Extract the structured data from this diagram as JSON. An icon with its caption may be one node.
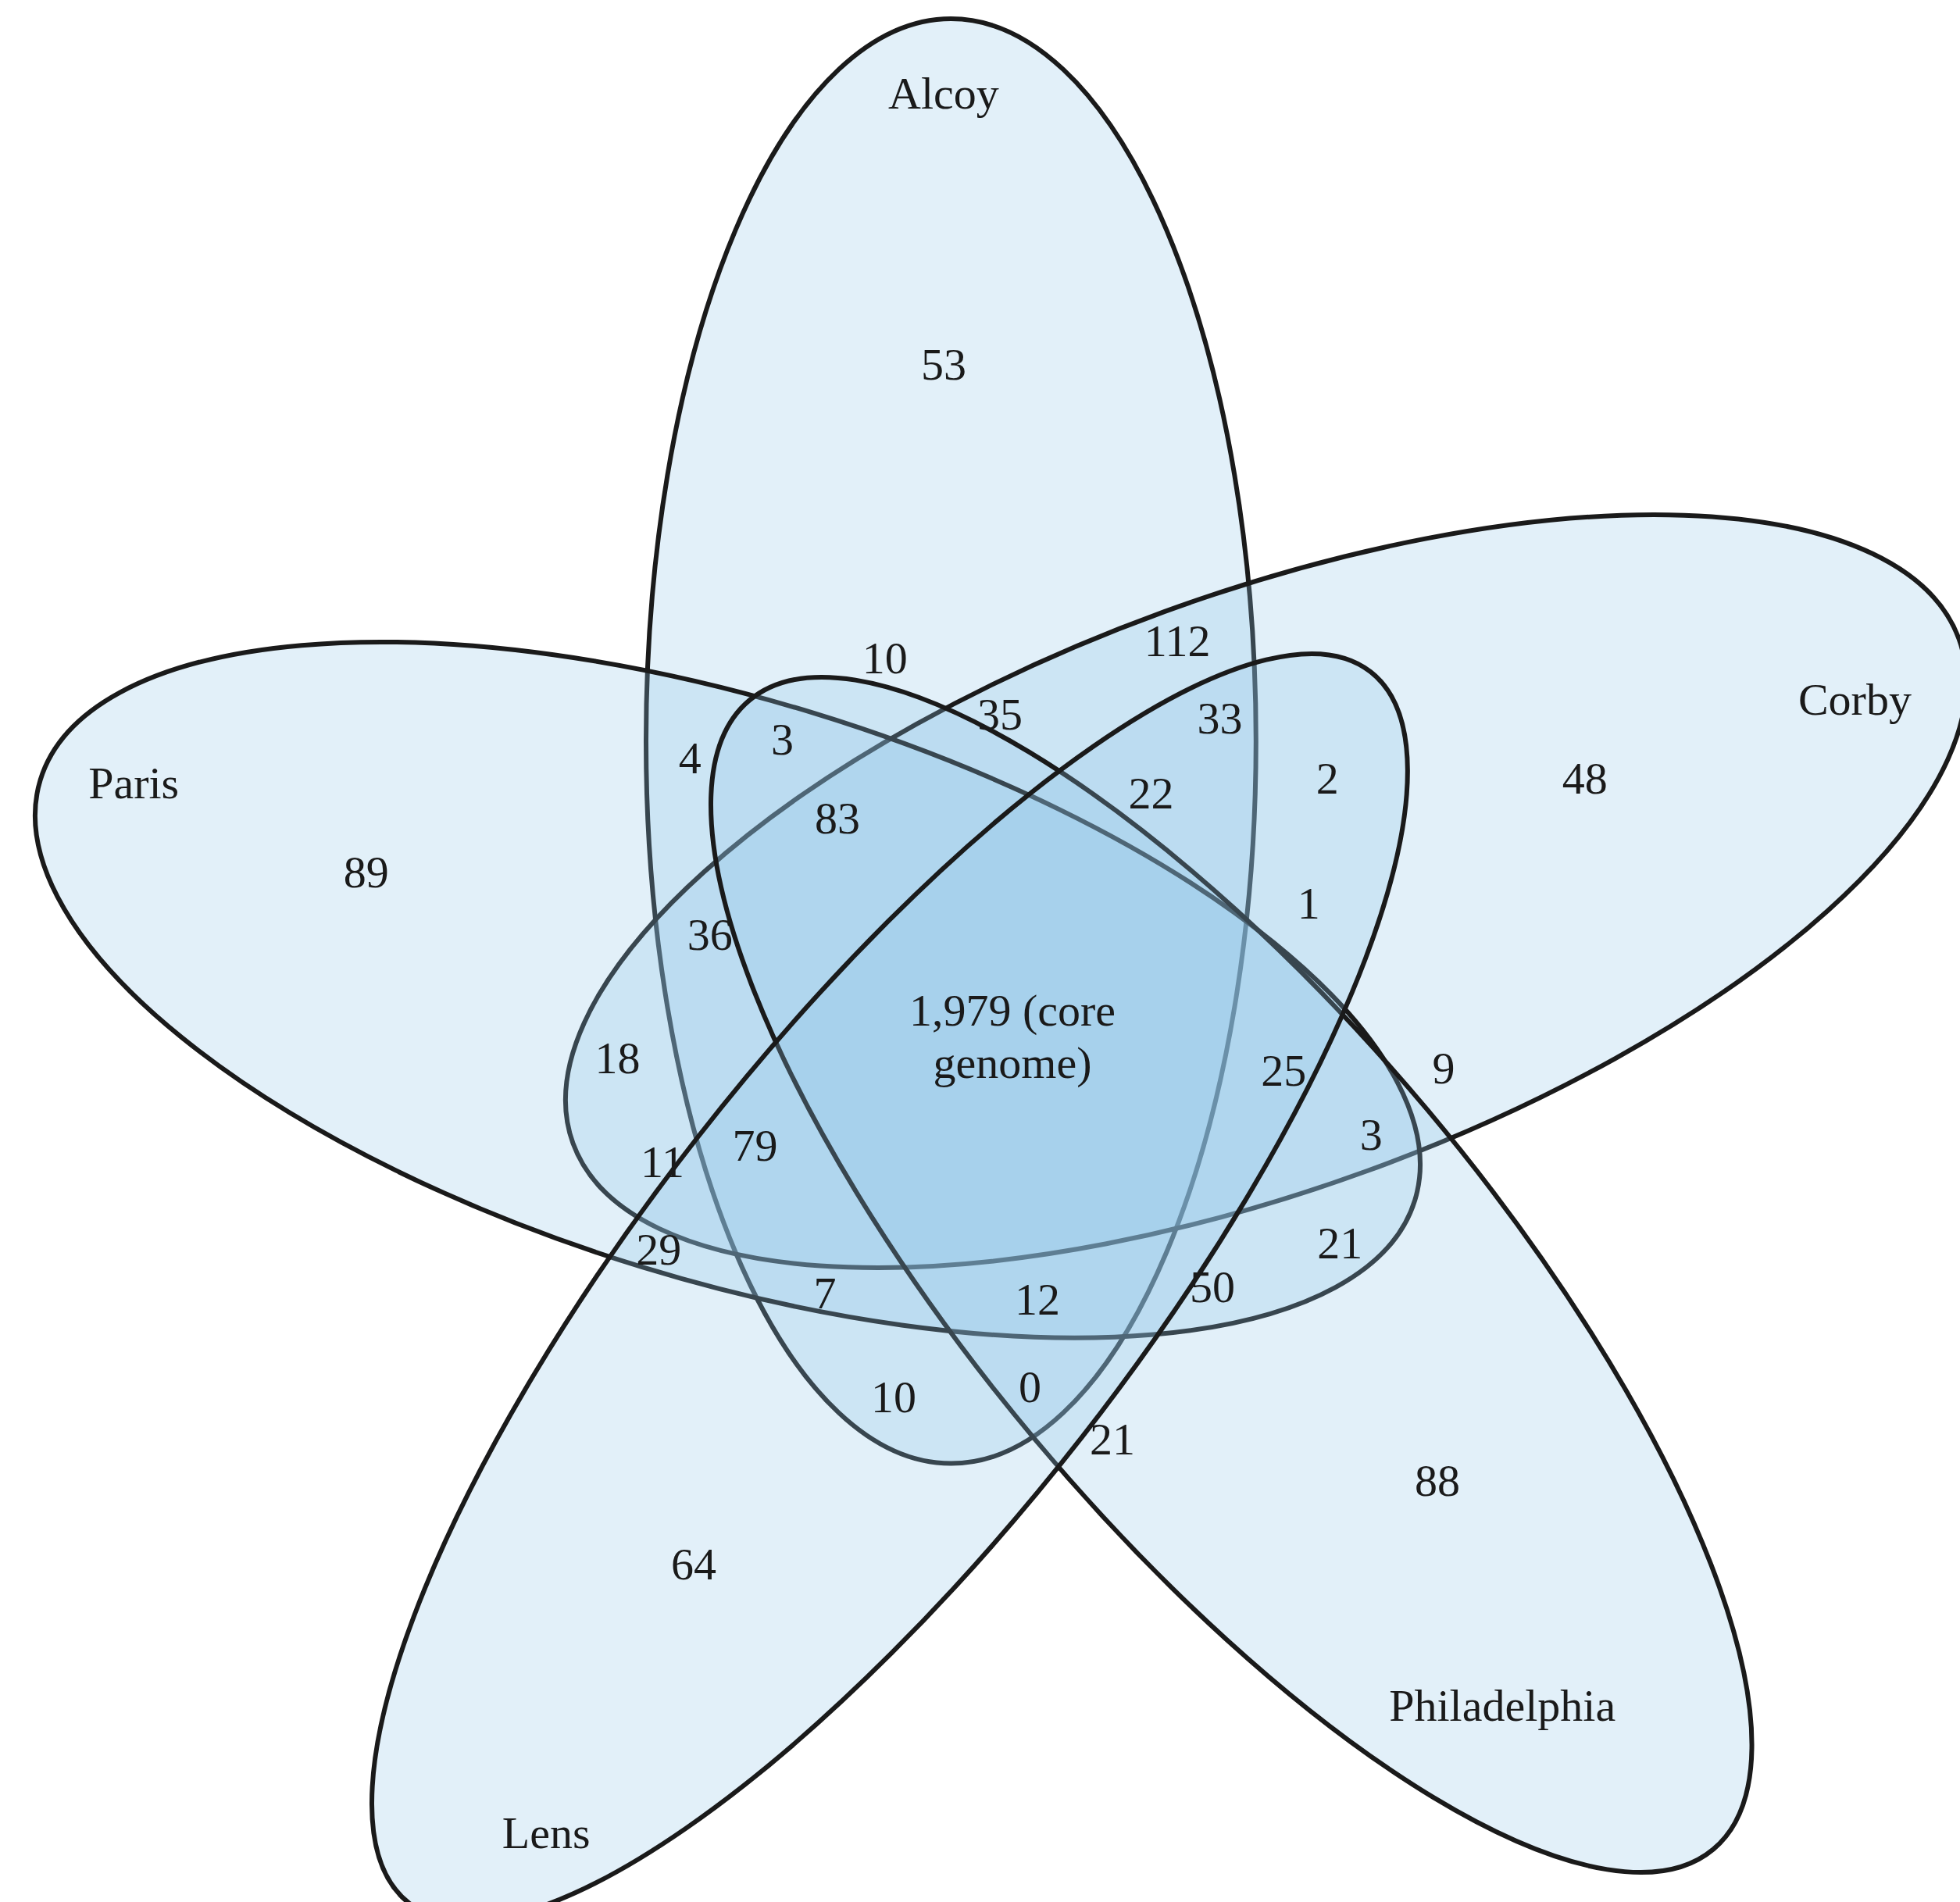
{
  "diagram": {
    "nodes": [
      {
        "text": [
          "Alcoy"
        ]
      },
      {
        "text": [
          "Corby"
        ]
      },
      {
        "text": [
          "Paris"
        ]
      },
      {
        "text": [
          "Philadelphia"
        ]
      },
      {
        "text": [
          "Lens"
        ]
      }
    ],
    "labels": [
      "53",
      "112",
      "10",
      "35",
      "33",
      "3",
      "4",
      "2",
      "48",
      "22",
      "83",
      "89",
      "1",
      "36",
      "1,979 (core genome)",
      "18",
      "9",
      "25",
      "3",
      "79",
      "11",
      "21",
      "29",
      "50",
      "7",
      "12",
      "0",
      "10",
      "21",
      "88",
      "64"
    ]
  }
}
